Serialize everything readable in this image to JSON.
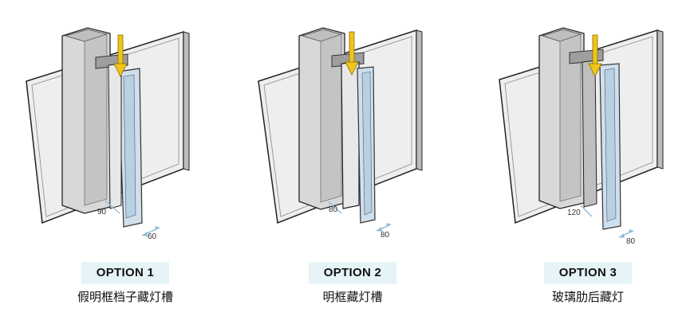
{
  "options": [
    {
      "label": "OPTION 1",
      "caption": "假明框档子藏灯槽",
      "dim_near": "90",
      "dim_far": "60"
    },
    {
      "label": "OPTION 2",
      "caption": "明框藏灯槽",
      "dim_near": "80",
      "dim_far": "80"
    },
    {
      "label": "OPTION 3",
      "caption": "玻璃肋后藏灯",
      "dim_near": "120",
      "dim_far": "80"
    }
  ],
  "colors": {
    "glass": "#eeeeee",
    "frame": "#cfcfcf",
    "fin_glass": "#cfe0ec",
    "light_arrow": "#f0c419",
    "dim_arrow": "#8fbcd4",
    "label_bg": "#e6f3f7"
  }
}
